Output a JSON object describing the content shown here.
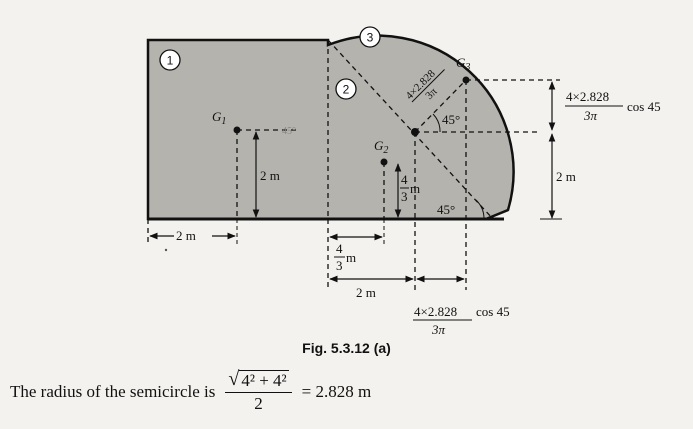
{
  "diagram": {
    "region_labels": [
      "1",
      "2",
      "3"
    ],
    "centroid_labels": {
      "g1": "G",
      "g1_sub": "1",
      "g2": "G",
      "g2_sub": "2",
      "g3": "G",
      "g3_sub": "3"
    },
    "dimension_labels": {
      "rect_width": "2 m",
      "rect_height": "2 m",
      "overall_height": "2 m",
      "triangle_centroid_x_num": "4",
      "triangle_centroid_x_den": "3",
      "triangle_centroid_x_unit": "m",
      "triangle_centroid_y_num": "4",
      "triangle_centroid_y_den": "3",
      "triangle_centroid_y_unit": "m",
      "semicircle_offset": "2 m",
      "semicircle_h_num": "4×2.828",
      "semicircle_h_den": "3π",
      "semicircle_h_trig": "cos 45",
      "semicircle_v_num": "4×2.828",
      "semicircle_v_den": "3π",
      "semicircle_v_trig": "cos 45",
      "diagonal_num": "4×2.828",
      "diagonal_den": "3π",
      "angle_top": "45°",
      "angle_bottom": "45°",
      "faint_angle": "45°"
    }
  },
  "caption": "Fig. 5.3.12 (a)",
  "statement": {
    "prefix": "The radius of the semicircle is",
    "sqrt_radicand": "4² + 4²",
    "denominator": "2",
    "result": "= 2.828 m"
  }
}
